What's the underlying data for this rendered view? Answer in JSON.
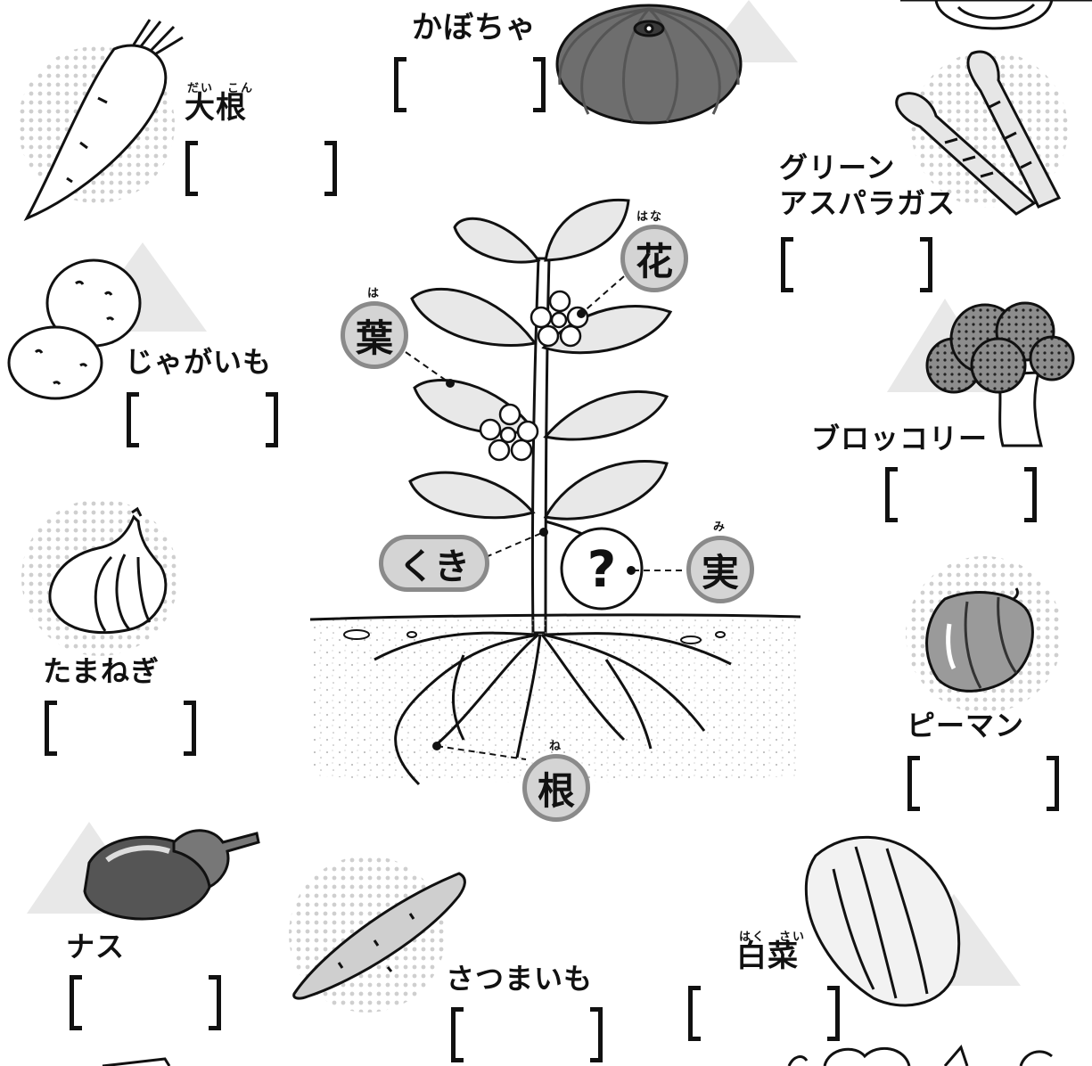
{
  "vegetables": [
    {
      "id": "daikon",
      "label": "大根",
      "ruby": "だい　こん"
    },
    {
      "id": "kabocha",
      "label": "かぼちゃ"
    },
    {
      "id": "asparagus",
      "label_line1": "グリーン",
      "label_line2": "アスパラガス"
    },
    {
      "id": "potato",
      "label": "じゃがいも"
    },
    {
      "id": "broccoli",
      "label": "ブロッコリー"
    },
    {
      "id": "onion",
      "label": "たまねぎ"
    },
    {
      "id": "piman",
      "label": "ピーマン"
    },
    {
      "id": "eggplant",
      "label": "ナス"
    },
    {
      "id": "sweet-potato",
      "label": "さつまいも"
    },
    {
      "id": "hakusai",
      "label": "白菜",
      "ruby": "はく　さい"
    }
  ],
  "plant_parts": {
    "leaf": {
      "label": "葉",
      "ruby": "は"
    },
    "flower": {
      "label": "花",
      "ruby": "はな"
    },
    "stem": {
      "label": "くき"
    },
    "fruit": {
      "label": "実",
      "ruby": "み",
      "mark": "?"
    },
    "root": {
      "label": "根",
      "ruby": "ね"
    }
  },
  "colors": {
    "line": "#111111",
    "badge_fill": "#d4d4d4",
    "badge_ring": "#8a8a8a",
    "dots": "#cfcfcf"
  }
}
